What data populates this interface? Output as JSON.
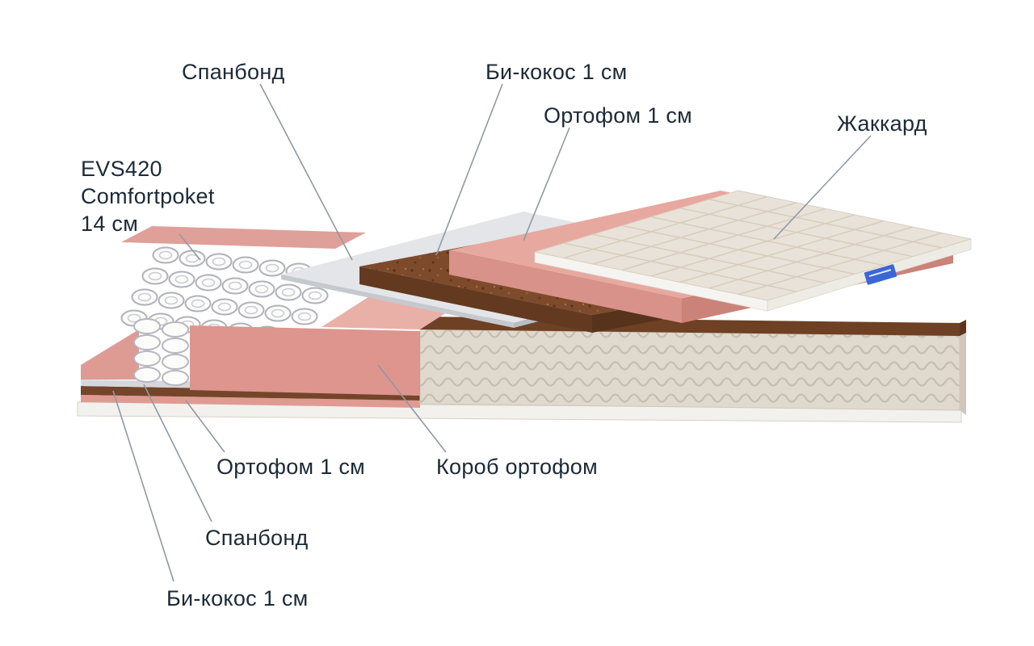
{
  "illustration": {
    "type": "mattress-exploded-layers-diagram",
    "colors": {
      "label_text": "#1d2a37",
      "leader_line": "#8f99a3",
      "jacquard_fabric": "#e9e2d8",
      "quilt_stitch": "#d7cdbe",
      "foam_pink": "#e2a29b",
      "coconut_brown": "#7d4a2b",
      "spunbond_gray": "#d9dcdf",
      "box_fabric": "#e0d9cd",
      "spring_white": "#fcfcfb",
      "piping_white": "#f3f1ed",
      "brand_tag_blue": "#3a66d6"
    },
    "labels": {
      "spunbond_top": "Спанбонд",
      "bicoconut_top": "Би-кокос 1 см",
      "orthofoam_top": "Ортофом 1 см",
      "jacquard": "Жаккард",
      "springs_line1": "EVS420",
      "springs_line2": "Comfortpoket",
      "springs_line3": "14 см",
      "orthofoam_bottom": "Ортофом 1 см",
      "box": "Короб ортофом",
      "spunbond_bottom": "Спанбонд",
      "bicoconut_bottom": "Би-кокос 1 см"
    }
  }
}
